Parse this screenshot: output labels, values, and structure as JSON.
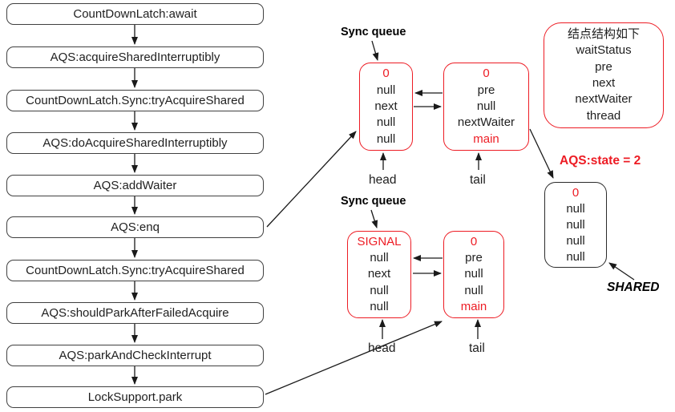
{
  "flow": {
    "steps": [
      "CountDownLatch:await",
      "AQS:acquireSharedInterruptibly",
      "CountDownLatch.Sync:tryAcquireShared",
      "AQS:doAcquireSharedInterruptibly",
      "AQS:addWaiter",
      "AQS:enq",
      "CountDownLatch.Sync:tryAcquireShared",
      "AQS:shouldParkAfterFailedAcquire",
      "AQS:parkAndCheckInterrupt",
      "LockSupport.park"
    ]
  },
  "sync_queue_top": {
    "label": "Sync queue",
    "head_label": "head",
    "tail_label": "tail",
    "head_node": {
      "rows": [
        "0",
        "null",
        "next",
        "null",
        "null"
      ]
    },
    "tail_node": {
      "rows": [
        "0",
        "pre",
        "null",
        "nextWaiter",
        "main"
      ]
    }
  },
  "sync_queue_bottom": {
    "label": "Sync queue",
    "head_label": "head",
    "tail_label": "tail",
    "head_node": {
      "rows": [
        "SIGNAL",
        "null",
        "next",
        "null",
        "null"
      ]
    },
    "tail_node": {
      "rows": [
        "0",
        "pre",
        "null",
        "null",
        "main"
      ]
    }
  },
  "node_structure": {
    "title": "结点结构如下",
    "fields": [
      "waitStatus",
      "pre",
      "next",
      "nextWaiter",
      "thread"
    ]
  },
  "aqs_state_label": "AQS:state = 2",
  "shared_node": {
    "rows": [
      "0",
      "null",
      "null",
      "null",
      "null"
    ]
  },
  "shared_label": "SHARED",
  "colors": {
    "red": "#ed1c24",
    "line": "#1a1a1a"
  }
}
